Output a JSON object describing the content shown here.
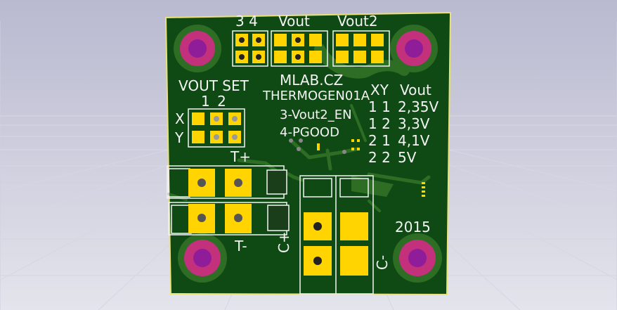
{
  "colors": {
    "background_top": "#b9b9d0",
    "background_bottom": "#e4e4ec",
    "board": "#0f4a14",
    "board_edge": "#e9e27a",
    "copper": "#2d6d24",
    "pad": "#ffd400",
    "mount_outer": "#c3317d",
    "mount_inner": "#8f1c98",
    "silkscreen": "#f4f4f4",
    "drill": "#222222"
  },
  "silkscreen": {
    "jp_34": "3 4",
    "jp_vout": "Vout",
    "jp_vout2": "Vout2",
    "brand": "MLAB.CZ",
    "module": "THERMOGEN01A",
    "pin3_note": "3-Vout2_EN",
    "pin4_note": "4-PGOOD",
    "vout_set": "VOUT SET",
    "vout_set_cols": "1 2",
    "row_x": "X",
    "row_y": "Y",
    "t_plus": "T+",
    "t_minus": "T-",
    "year": "2015",
    "cap_plus": "C+",
    "cap_minus": "C-",
    "table": {
      "header_xy": "XY",
      "header_vout": "Vout",
      "rows": [
        {
          "xy": "1 1",
          "vout": "2,35V"
        },
        {
          "xy": "1 2",
          "vout": "3,3V"
        },
        {
          "xy": "2 1",
          "vout": "4,1V"
        },
        {
          "xy": "2 2",
          "vout": "5V"
        }
      ]
    }
  }
}
